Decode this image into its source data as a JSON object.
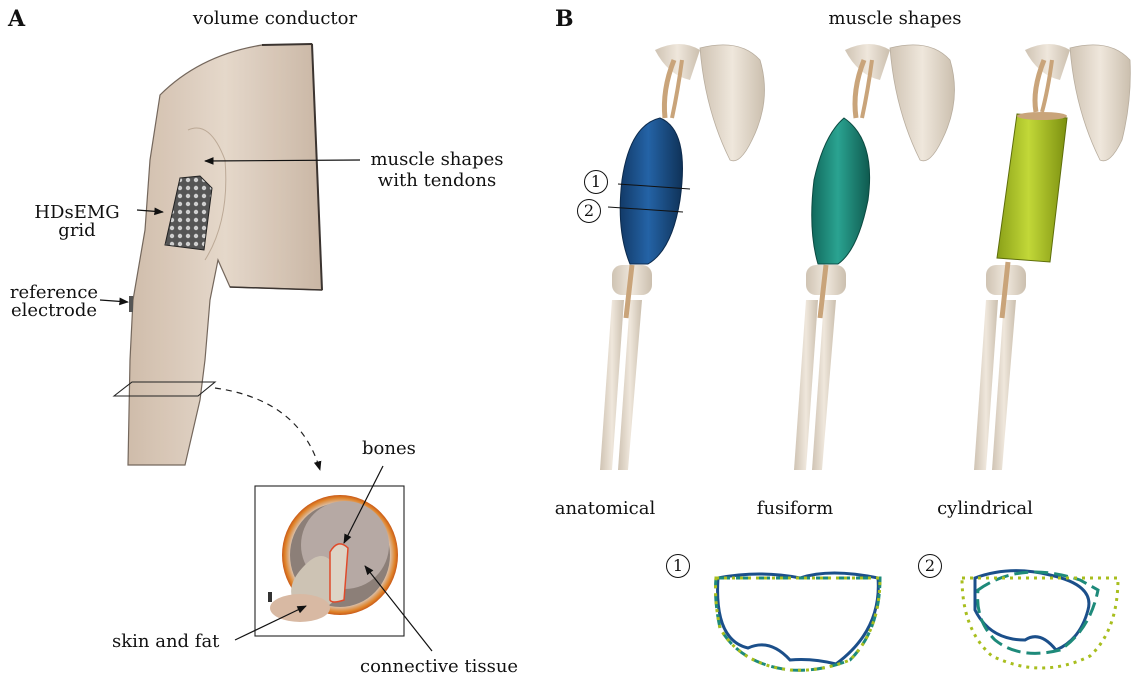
{
  "panels": {
    "a": "A",
    "b": "B"
  },
  "panel_a": {
    "title": "volume conductor",
    "muscle_label_1": "muscle shapes",
    "muscle_label_2": "with tendons",
    "grid_label_1": "HDsEMG",
    "grid_label_2": "grid",
    "ref_label_1": "reference",
    "ref_label_2": "electrode",
    "bones_label": "bones",
    "skin_label": "skin and fat",
    "connective_label": "connective tissue"
  },
  "panel_b": {
    "title": "muscle shapes",
    "shapes": [
      "anatomical",
      "fusiform",
      "cylindrical"
    ],
    "markers": [
      "1",
      "2"
    ]
  },
  "colors": {
    "anatomical": "#1b4f8a",
    "fusiform": "#1e8a7a",
    "cylindrical": "#a8be1e",
    "bone": "#e6dccf",
    "tendon": "#c9a47a",
    "skin": "#d9c8b6"
  }
}
